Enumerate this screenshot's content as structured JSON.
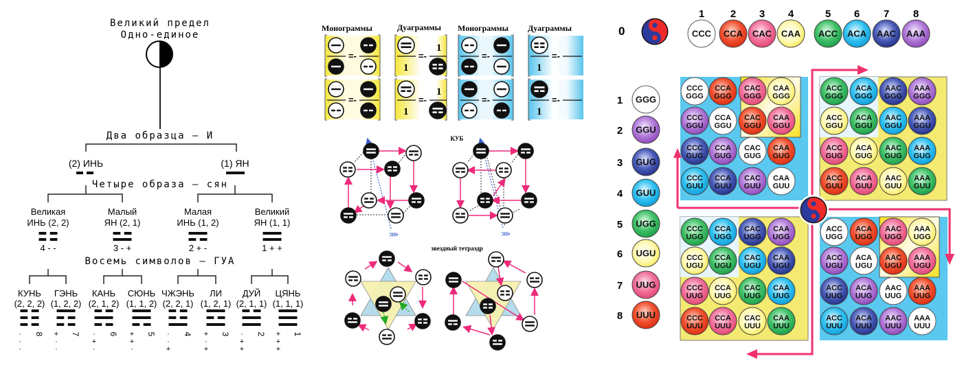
{
  "tree": {
    "root_title_1": "Великий предел",
    "root_title_2": "Одно-единое",
    "level1_label": "Два образца – И",
    "yin": "(2) ИНЬ",
    "yang": "(1) ЯН",
    "level2_label": "Четыре образа – сян",
    "four_images": [
      {
        "line1": "Великая",
        "line2": "ИНЬ (2, 2)",
        "num": "4 - -",
        "lines": [
          "broken",
          "broken"
        ]
      },
      {
        "line1": "Малый",
        "line2": "ЯН (2, 1)",
        "num": "3 - +",
        "lines": [
          "broken",
          "solid"
        ]
      },
      {
        "line1": "Малая",
        "line2": "ИНЬ (1, 2)",
        "num": "2 + -",
        "lines": [
          "solid",
          "broken"
        ]
      },
      {
        "line1": "Великий",
        "line2": "ЯН (1, 1)",
        "num": "1 + +",
        "lines": [
          "solid",
          "solid"
        ]
      }
    ],
    "level3_label": "Восемь символов – ГУА",
    "trigrams": [
      {
        "name": "КУНЬ",
        "code": "(2, 2, 2)",
        "num": "8",
        "signs": "- - -",
        "lines": [
          "broken",
          "broken",
          "broken"
        ]
      },
      {
        "name": "ГЭНЬ",
        "code": "(1, 2, 2)",
        "num": "7",
        "signs": "+ - -",
        "lines": [
          "solid",
          "broken",
          "broken"
        ]
      },
      {
        "name": "КАНЬ",
        "code": "(2, 1, 2)",
        "num": "6",
        "signs": "- + -",
        "lines": [
          "broken",
          "solid",
          "broken"
        ]
      },
      {
        "name": "СЮНЬ",
        "code": "(1, 1, 2)",
        "num": "5",
        "signs": "+ + -",
        "lines": [
          "solid",
          "solid",
          "broken"
        ]
      },
      {
        "name": "ЧЖЭНЬ",
        "code": "(2, 2, 1)",
        "num": "4",
        "signs": "- - +",
        "lines": [
          "broken",
          "broken",
          "solid"
        ]
      },
      {
        "name": "ЛИ",
        "code": "(1, 2, 1)",
        "num": "3",
        "signs": "+ - +",
        "lines": [
          "solid",
          "broken",
          "solid"
        ]
      },
      {
        "name": "ДУЙ",
        "code": "(2, 1, 1)",
        "num": "2",
        "signs": "- + +",
        "lines": [
          "broken",
          "solid",
          "solid"
        ]
      },
      {
        "name": "ЦЯНЬ",
        "code": "(1, 1, 1)",
        "num": "1",
        "signs": "+ + +",
        "lines": [
          "solid",
          "solid",
          "solid"
        ]
      }
    ]
  },
  "middle": {
    "headers": [
      "Монограммы",
      "Дуаграммы",
      "Монограммы",
      "Дуаграммы"
    ],
    "one": "1",
    "cube_label": "КУБ",
    "tetra_label": "звездный тетраэдр"
  },
  "codons": {
    "zero": "0",
    "top_numbers": [
      "1",
      "2",
      "3",
      "4",
      "5",
      "6",
      "7",
      "8"
    ],
    "top": [
      "CCC",
      "CCA",
      "CAC",
      "CAA",
      "ACC",
      "ACA",
      "AAC",
      "AAA"
    ],
    "side_numbers": [
      "1",
      "2",
      "3",
      "4",
      "5",
      "6",
      "7",
      "8"
    ],
    "side": [
      "GGG",
      "GGU",
      "GUG",
      "GUU",
      "UGG",
      "UGU",
      "UUG",
      "UUU"
    ],
    "colors": {
      "white": "#ffffff",
      "red": "#f0442c",
      "pink": "#f0608a",
      "yellow": "#fff27a",
      "green": "#2db35a",
      "cyan": "#1fb8ec",
      "navy": "#2e3f9c",
      "purple": "#9a4ec0",
      "blue_bg": "#5bc8f0",
      "yellow_bg": "#f4ea72",
      "arrow": "#f0306c"
    }
  }
}
